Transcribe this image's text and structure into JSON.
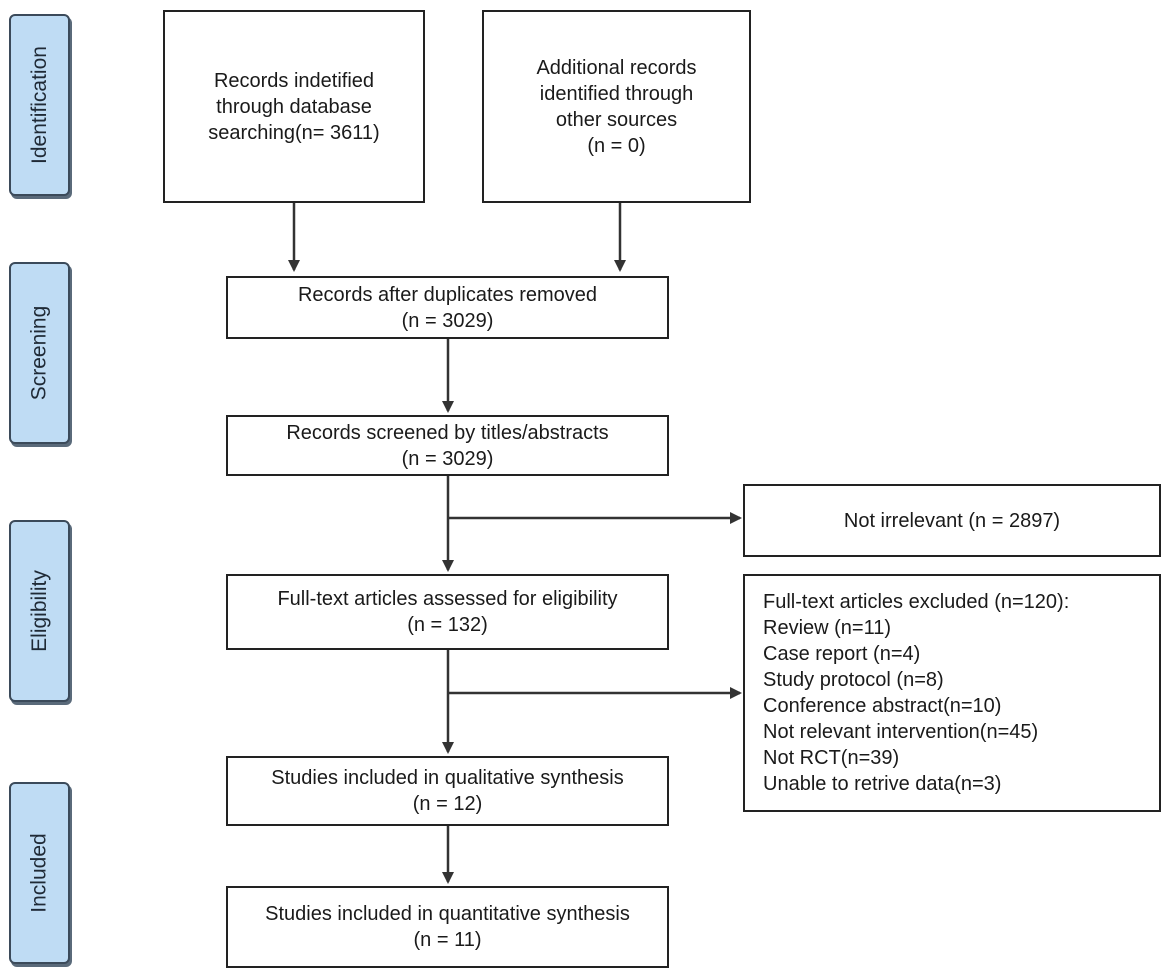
{
  "phases": {
    "identification": "Identification",
    "screening": "Screening",
    "eligibility": "Eligibility",
    "included": "Included"
  },
  "boxes": {
    "database": [
      "Records indetified",
      "through database",
      "searching(n= 3611)"
    ],
    "other_sources": [
      "Additional records",
      "identified through",
      "other sources",
      "(n = 0)"
    ],
    "duplicates_removed": [
      "Records after duplicates removed",
      "(n = 3029)"
    ],
    "screened": [
      "Records screened by titles/abstracts",
      "(n = 3029)"
    ],
    "not_irrelevant": [
      "Not irrelevant (n = 2897)"
    ],
    "full_text": [
      "Full-text articles assessed for eligibility",
      "(n = 132)"
    ],
    "excluded": [
      "Full-text articles excluded (n=120):",
      "Review (n=11)",
      "Case report (n=4)",
      "Study protocol (n=8)",
      "Conference abstract(n=10)",
      "Not relevant intervention(n=45)",
      "Not RCT(n=39)",
      "Unable to retrive data(n=3)"
    ],
    "qualitative": [
      "Studies included in qualitative synthesis",
      "(n = 12)"
    ],
    "quantitative": [
      "Studies included in quantitative synthesis",
      "(n = 11)"
    ]
  },
  "colors": {
    "phase_fill": "#bfdcf4",
    "border": "#222222",
    "arrow": "#333333"
  }
}
